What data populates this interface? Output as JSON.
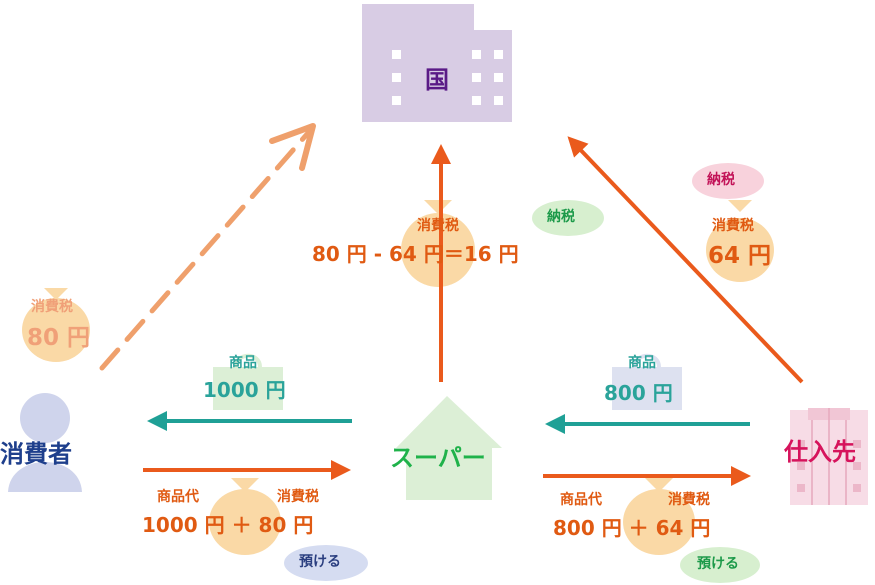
{
  "colors": {
    "building": "#d8cce4",
    "window": "#ffffff",
    "consumer": "#cfd4ec",
    "store": "#dcefd6",
    "supplier": "#f7dce6",
    "supplier_line": "#e6a8bd",
    "money_bag": "#fad9a6",
    "arrow_orange": "#ea5a1c",
    "arrow_dashed": "#efa06c",
    "arrow_teal": "#1fa096",
    "bubble_green": "#d7efcf",
    "bubble_blue": "#d5dcf1",
    "bubble_pink": "#f8d2dc",
    "bag_store": "#dcefd6",
    "bag_supplier": "#dde1f0"
  },
  "icons": {
    "government": "building-icon",
    "consumer": "person-icon",
    "store": "house-icon",
    "supplier": "office-building-icon",
    "money": "money-bag-icon",
    "goods": "shopping-bag-icon"
  },
  "nodes": {
    "government": "国",
    "consumer": "消費者",
    "store": "スーパー",
    "supplier": "仕入先"
  },
  "flows": {
    "consumer_tax_label": "消費税",
    "consumer_tax_amount": "80 円",
    "store_goods_label": "商品",
    "store_goods_price": "1000 円",
    "supplier_goods_label": "商品",
    "supplier_goods_price": "800 円",
    "store_tax_label": "消費税",
    "store_tax_formula": "80 円 - 64 円＝16 円",
    "store_pay_bubble": "納税",
    "supplier_pay_bubble": "納税",
    "supplier_tax_label": "消費税",
    "supplier_tax_amount": "64 円",
    "consumer_price_label": "商品代",
    "consumer_tax_label2": "消費税",
    "consumer_total": "1000 円 ＋ 80 円",
    "consumer_deposit_bubble": "預ける",
    "store_price_label": "商品代",
    "store_tax_label2": "消費税",
    "store_total": "800 円 ＋ 64 円",
    "store_deposit_bubble": "預ける"
  }
}
